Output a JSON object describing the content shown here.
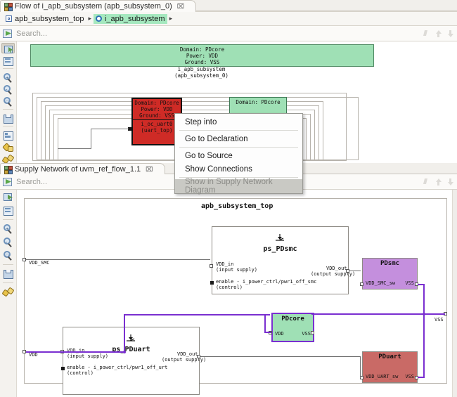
{
  "top_panel": {
    "tab": {
      "title": "Flow of i_apb_subsystem (apb_subsystem_0)",
      "close_glyph": "⌧",
      "icon": "flow-icon"
    },
    "breadcrumb": [
      {
        "label": "apb_subsystem_top",
        "icon": "module-icon",
        "selected": false
      },
      {
        "label": "i_apb_subsystem",
        "icon": "instance-icon",
        "selected": true
      }
    ],
    "breadcrumb_separator": "▸",
    "search": {
      "placeholder": "Search...",
      "value": ""
    },
    "toolbar": [
      {
        "name": "select-tool",
        "active": true
      },
      {
        "name": "table-view-tool",
        "active": false
      },
      {
        "name": "zoom-in-tool",
        "active": false
      },
      {
        "name": "zoom-out-tool",
        "active": false
      },
      {
        "name": "zoom-fit-tool",
        "active": false
      },
      {
        "name": "export-image-tool",
        "active": false
      },
      {
        "name": "layout-tool",
        "active": false
      },
      {
        "name": "highlight-tool",
        "active": false
      },
      {
        "name": "pin-tool",
        "active": false
      }
    ],
    "diagram": {
      "top_domain_box": {
        "line1": "Domain: PDcore",
        "line2": "Power: VDD",
        "line3": "Ground: VSS"
      },
      "top_caption": {
        "line1": "i_apb_subsystem",
        "line2": "(apb_subsystem_0)"
      },
      "red_module": {
        "line1": "Domain: PDcore",
        "line2": "Power: VDD",
        "line3": "Ground: VSS",
        "line4": "i_oc_uart0",
        "line5": "(uart_top)"
      },
      "green_module": {
        "line1": "Domain: PDcore"
      }
    },
    "context_menu": {
      "items": [
        {
          "label": "Step into",
          "disabled": false
        },
        {
          "label": "Go to Declaration",
          "disabled": false
        },
        {
          "label": "Go to Source",
          "disabled": false
        },
        {
          "label": "Show Connections",
          "disabled": false
        },
        {
          "label": "Show in Supply Network Diagram",
          "disabled": true
        }
      ]
    }
  },
  "bottom_panel": {
    "tab": {
      "title": "Supply Network of uvm_ref_flow_1.1",
      "close_glyph": "⌧",
      "icon": "supply-network-icon"
    },
    "search": {
      "placeholder": "Search...",
      "value": ""
    },
    "toolbar": [
      {
        "name": "select-tool",
        "active": false
      },
      {
        "name": "table-view-tool",
        "active": false
      },
      {
        "name": "zoom-in-tool",
        "active": false
      },
      {
        "name": "zoom-out-tool",
        "active": false
      },
      {
        "name": "zoom-fit-tool",
        "active": false
      },
      {
        "name": "export-image-tool",
        "active": false
      },
      {
        "name": "pin-tool",
        "active": false
      }
    ],
    "diagram": {
      "title": "apb_subsystem_top",
      "left_ports": [
        {
          "label": "VDD_SMC"
        },
        {
          "label": "VDD"
        }
      ],
      "right_ports": [
        {
          "label": "VSS"
        }
      ],
      "switches": [
        {
          "name": "ps_PDsmc",
          "in_port": "VDD_in",
          "in_sub": "(input supply)",
          "enable": "enable - i_power_ctrl/pwr1_off_smc",
          "enable_sub": "(control)",
          "out_port": "VDD_out",
          "out_sub": "(output supply)"
        },
        {
          "name": "ps_PDuart",
          "in_port": "VDD_in",
          "in_sub": "(input supply)",
          "enable": "enable - i_power_ctrl/pwr1_off_urt",
          "enable_sub": "(control)",
          "out_port": "VDD_out",
          "out_sub": "(output supply)"
        }
      ],
      "domains": [
        {
          "name": "PDsmc",
          "left_port": "VDD_SMC_sw",
          "right_port": "VSS",
          "color": "#c48fdd",
          "selected": false
        },
        {
          "name": "PDcore",
          "left_port": "VDD",
          "right_port": "VSS",
          "color": "#9fe0b5",
          "selected": true
        },
        {
          "name": "PDuart",
          "left_port": "VDD_UART_sw",
          "right_port": "VSS",
          "color": "#c96a66",
          "selected": false
        }
      ]
    }
  },
  "colors": {
    "selection_purple": "#7a2fd0",
    "domain_green": "#9fe0b5",
    "module_red": "#cf2b26",
    "crumb_highlight": "#a5e8bf",
    "wire_grey": "#6f6f6f"
  }
}
